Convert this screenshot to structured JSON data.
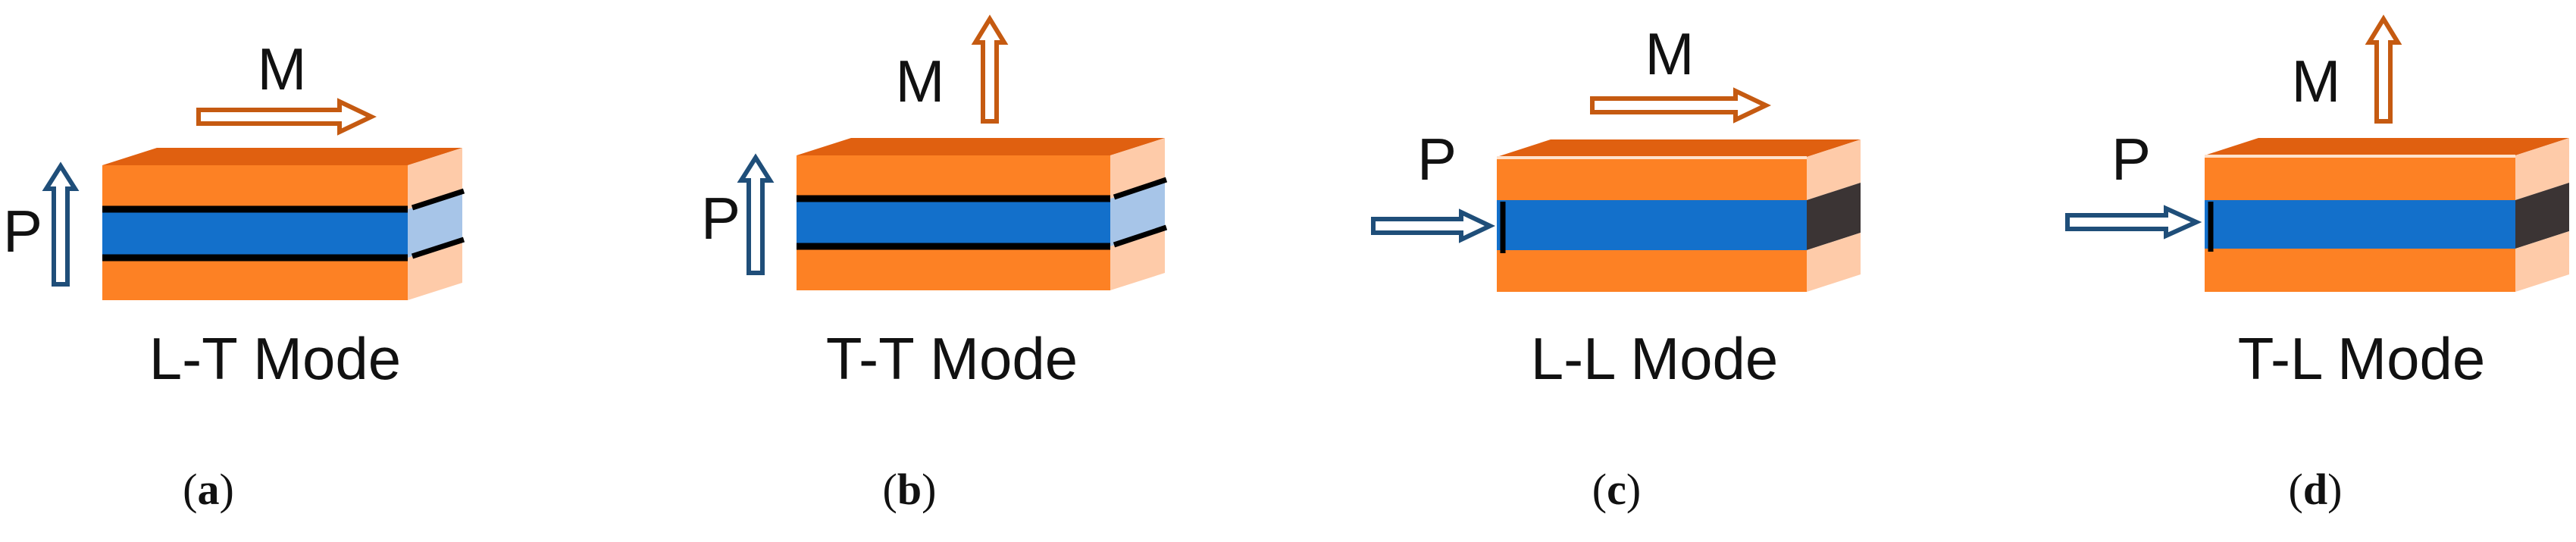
{
  "colors": {
    "orange": "#FD8124",
    "orange_top": "#E06010",
    "orange_side": "#FECBA9",
    "blue": "#1370CB",
    "blue_side": "#A7C5E8",
    "dark_side": "#3B3434",
    "arrow_orange": "#C55A11",
    "arrow_blue": "#1F4E79",
    "line_black": "#000000"
  },
  "panels": [
    {
      "mode_label": "L-T Mode",
      "caption": {
        "open": "(",
        "letter": "a",
        "close": ")"
      },
      "arrow_m": {
        "label": "M",
        "direction": "right"
      },
      "arrow_p": {
        "label": "P",
        "direction": "up"
      },
      "core_side": "light-blue",
      "electrode_lines": "horizontal"
    },
    {
      "mode_label": "T-T Mode",
      "caption": {
        "open": "(",
        "letter": "b",
        "close": ")"
      },
      "arrow_m": {
        "label": "M",
        "direction": "up"
      },
      "arrow_p": {
        "label": "P",
        "direction": "up"
      },
      "core_side": "light-blue",
      "electrode_lines": "horizontal"
    },
    {
      "mode_label": "L-L Mode",
      "caption": {
        "open": "(",
        "letter": "c",
        "close": ")"
      },
      "arrow_m": {
        "label": "M",
        "direction": "right"
      },
      "arrow_p": {
        "label": "P",
        "direction": "right"
      },
      "core_side": "dark",
      "electrode_lines": "vertical"
    },
    {
      "mode_label": "T-L Mode",
      "caption": {
        "open": "(",
        "letter": "d",
        "close": ")"
      },
      "arrow_m": {
        "label": "M",
        "direction": "up"
      },
      "arrow_p": {
        "label": "P",
        "direction": "right"
      },
      "core_side": "dark",
      "electrode_lines": "vertical"
    }
  ]
}
